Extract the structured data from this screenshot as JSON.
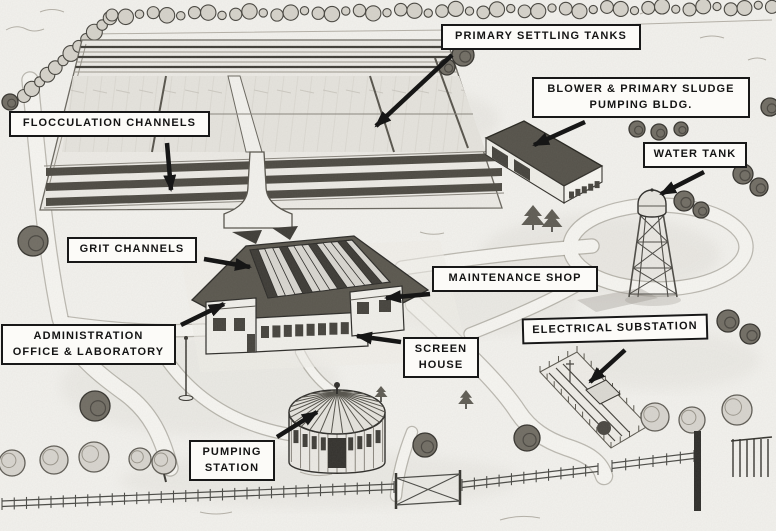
{
  "figure_type": "labeled aerial illustration of a sewage treatment plant",
  "colors": {
    "paper": "#f3f2ee",
    "ink": "#161616",
    "dark_roof": "#5a574e",
    "channel_dark": "#4d4a43",
    "tree_dark": "#716d64",
    "tree_light": "#d8d5cf",
    "road_fill": "#f7f6f2",
    "road_edge": "#8e8a80"
  },
  "callouts": [
    {
      "id": "primary-settling-tanks",
      "lines": [
        "PRIMARY SETTLING TANKS"
      ]
    },
    {
      "id": "blower-primary-sludge-pumping-bldg",
      "lines": [
        "BLOWER & PRIMARY SLUDGE",
        "PUMPING BLDG."
      ]
    },
    {
      "id": "water-tank",
      "lines": [
        "WATER TANK"
      ]
    },
    {
      "id": "flocculation-channels",
      "lines": [
        "FLOCCULATION CHANNELS"
      ]
    },
    {
      "id": "grit-channels",
      "lines": [
        "GRIT CHANNELS"
      ]
    },
    {
      "id": "maintenance-shop",
      "lines": [
        "MAINTENANCE SHOP"
      ]
    },
    {
      "id": "administration-office-laboratory",
      "lines": [
        "ADMINISTRATION",
        "OFFICE & LABORATORY"
      ]
    },
    {
      "id": "screen-house",
      "lines": [
        "SCREEN",
        "HOUSE"
      ]
    },
    {
      "id": "electrical-substation",
      "lines": [
        "ELECTRICAL SUBSTATION"
      ]
    },
    {
      "id": "pumping-station",
      "lines": [
        "PUMPING",
        "STATION"
      ]
    }
  ]
}
